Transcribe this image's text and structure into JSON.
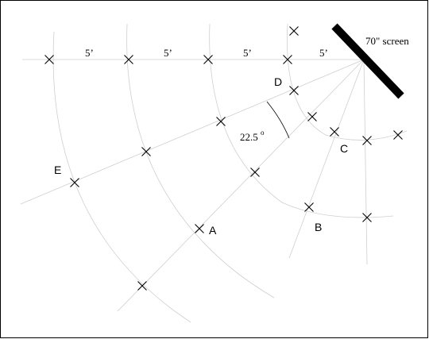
{
  "screen_label": "70\" screen",
  "angle": {
    "value": "22.5",
    "unit_symbol": "o"
  },
  "distance_labels": [
    "5’",
    "5’",
    "5’",
    "5’"
  ],
  "position_labels": {
    "a": "A",
    "b": "B",
    "c": "C",
    "d": "D",
    "e": "E"
  },
  "marker_symbol": "x-mark"
}
